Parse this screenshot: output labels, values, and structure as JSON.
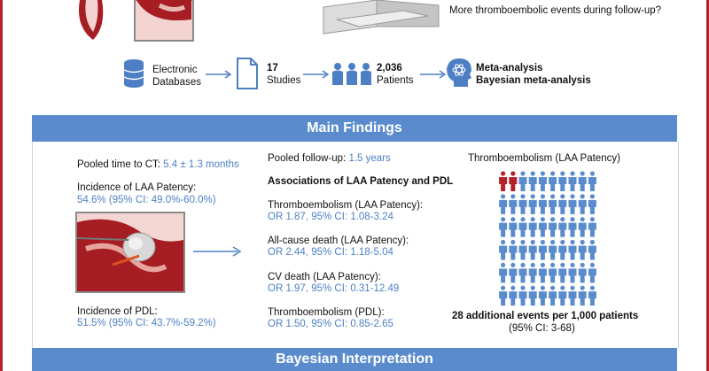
{
  "top": {
    "question": "More thromboembolic events during follow-up?"
  },
  "flow": {
    "databases_label": [
      "Electronic",
      "Databases"
    ],
    "studies_count": "17",
    "studies_label": "Studies",
    "patients_count": "2,036",
    "patients_label": "Patients",
    "analysis_1": "Meta-analysis",
    "analysis_2": "Bayesian meta-analysis"
  },
  "main_findings": {
    "title": "Main Findings",
    "left": {
      "pooled_ct_label": "Pooled time to CT:",
      "pooled_ct_value": "5.4 ± 1.3 months",
      "laa_label": "Incidence of LAA Patency:",
      "laa_value": "54.6% (95% CI: 49.0%-60.0%)",
      "pdl_label": "Incidence of PDL:",
      "pdl_value": "51.5% (95% CI: 43.7%-59.2%)"
    },
    "middle": {
      "followup_label": "Pooled follow-up:",
      "followup_value": "1.5 years",
      "assoc_title": "Associations of LAA Patency and PDL",
      "items": [
        {
          "label": "Thromboembolism (LAA Patency):",
          "value": "OR 1.87, 95% CI: 1.08-3.24"
        },
        {
          "label": "All-cause death (LAA Patency):",
          "value": "OR 2.44, 95% CI: 1.18-5.04"
        },
        {
          "label": "CV death (LAA Patency):",
          "value": "OR 1.97, 95% CI: 0.31-12.49"
        },
        {
          "label": "Thromboembolism (PDL):",
          "value": "OR 1.50, 95% CI: 0.85-2.65"
        }
      ]
    },
    "right": {
      "title": "Thromboembolism (LAA Patency)",
      "highlighted": 2,
      "total": 60,
      "summary": "28 additional events per 1,000 patients",
      "ci": "(95% CI: 3-68)"
    }
  },
  "bayesian": {
    "title": "Bayesian Interpretation"
  },
  "colors": {
    "accent": "#5a8ccd",
    "person": "#5a8ccd",
    "person_highlight": "#b5222a",
    "value_blue": "#4d7fc4",
    "frame": "#b5222a"
  }
}
